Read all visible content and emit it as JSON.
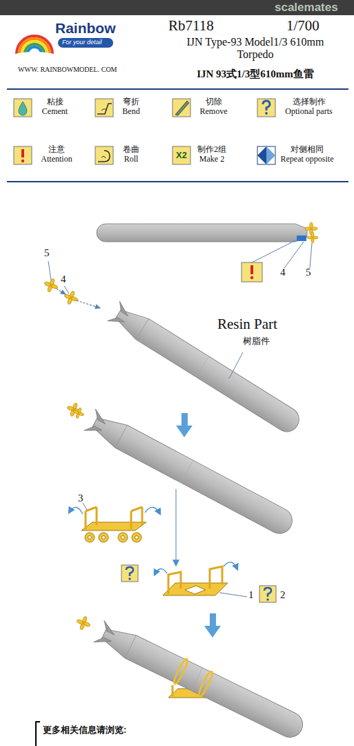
{
  "diagram": {
    "title": "IJN Type-93 Model1/3 610mm Torpedo",
    "labels": [
      "scalemates",
      "Rainbow",
      "For your detail",
      "WWW. RAINBOWMODEL. COM",
      "Rb7118",
      "1/700",
      "IJN 93式1/3型610mm鱼雷",
      "X2",
      "4",
      "5",
      "5",
      "4",
      "Resin Part",
      "树脂件",
      "3",
      "1",
      "2",
      "更多相关信息请浏览:"
    ],
    "legend": [
      {
        "text": "粘接 Cement"
      },
      {
        "text": "弯折 Bend"
      },
      {
        "text": "切除 Remove"
      },
      {
        "text": "选择制作 Optional parts"
      },
      {
        "text": "注意 Attention"
      },
      {
        "text": "卷曲 Roll"
      },
      {
        "text": "制作2组 Make 2"
      },
      {
        "text": "对侧相同 Repeat opposite"
      }
    ]
  }
}
